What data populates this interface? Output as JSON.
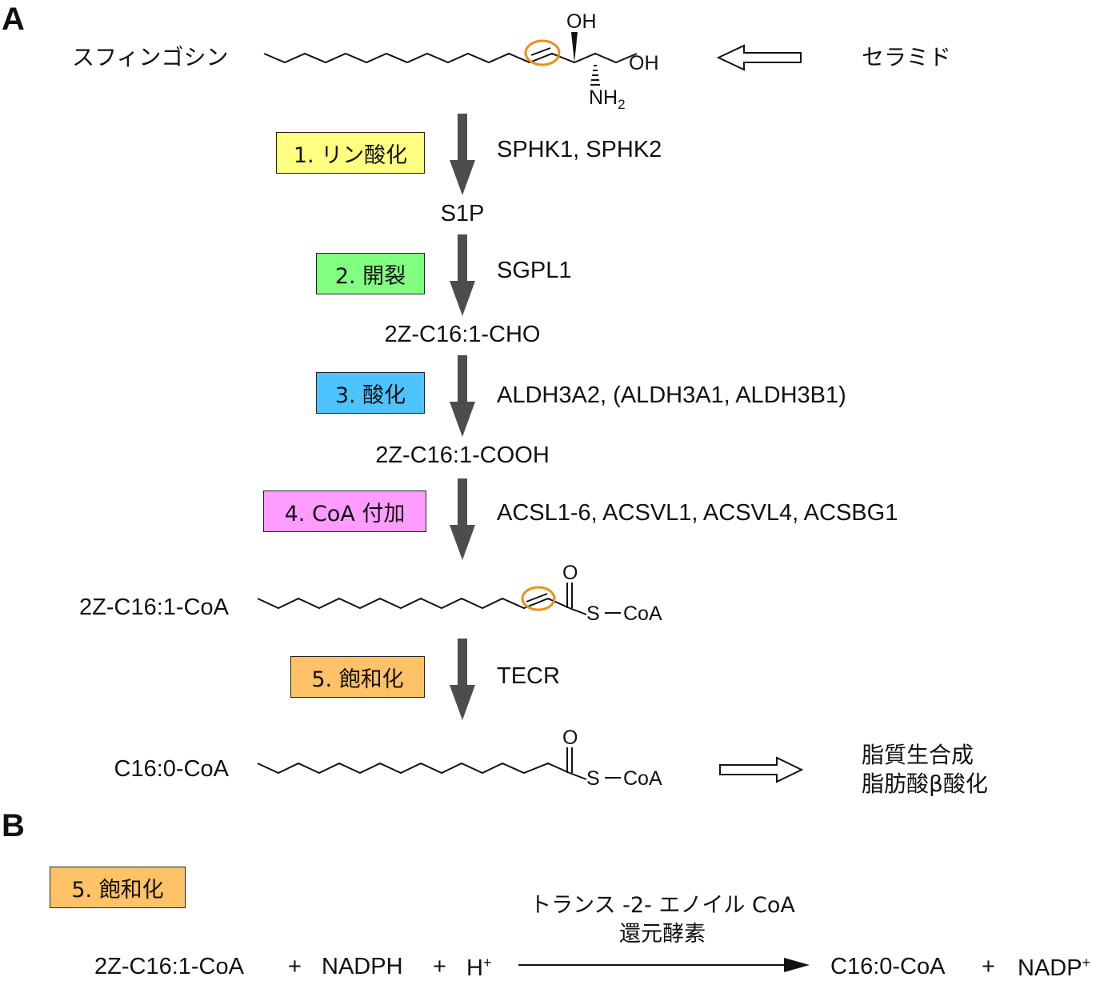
{
  "panels": {
    "a": "A",
    "b": "B"
  },
  "sphingosine": {
    "name": "スフィンゴシン",
    "oh_top": "OH",
    "oh_right": "OH",
    "nh": "NH",
    "nh_sub": "2"
  },
  "ceramide": "セラミド",
  "steps": [
    {
      "label": "1. リン酸化",
      "color": "#ffff80",
      "enzyme": "SPHK1, SPHK2",
      "product": "S1P"
    },
    {
      "label": "2. 開裂",
      "color": "#80ff80",
      "enzyme": "SGPL1",
      "product": "2Z-C16:1-CHO"
    },
    {
      "label": "3. 酸化",
      "color": "#4dc3ff",
      "enzyme": "ALDH3A2, (ALDH3A1, ALDH3B1)",
      "product": "2Z-C16:1-COOH"
    },
    {
      "label": "4. CoA 付加",
      "color": "#ff9cff",
      "enzyme": "ACSL1-6, ACSVL1, ACSVL4, ACSBG1",
      "product": "2Z-C16:1-CoA"
    },
    {
      "label": "5. 飽和化",
      "color": "#ffc266",
      "enzyme": "TECR",
      "product": "C16:0-CoA"
    }
  ],
  "acyl_coa": {
    "o": "O",
    "s": "S",
    "coa": "CoA"
  },
  "fates": [
    "脂質生合成",
    "脂肪酸β酸化"
  ],
  "panel_b": {
    "step_label": "5. 飽和化",
    "enzyme_line1": "トランス -2- エノイル CoA",
    "enzyme_line2": "還元酵素",
    "substrate": "2Z-C16:1-CoA",
    "plus": "+",
    "nadph": "NADPH",
    "h": "H",
    "h_sup": "+",
    "product": "C16:0-CoA",
    "nadp": "NADP",
    "nadp_sup": "+"
  },
  "colors": {
    "arrow": "#4d4d4d",
    "highlight": "#e8901e",
    "outline": "#222222"
  }
}
